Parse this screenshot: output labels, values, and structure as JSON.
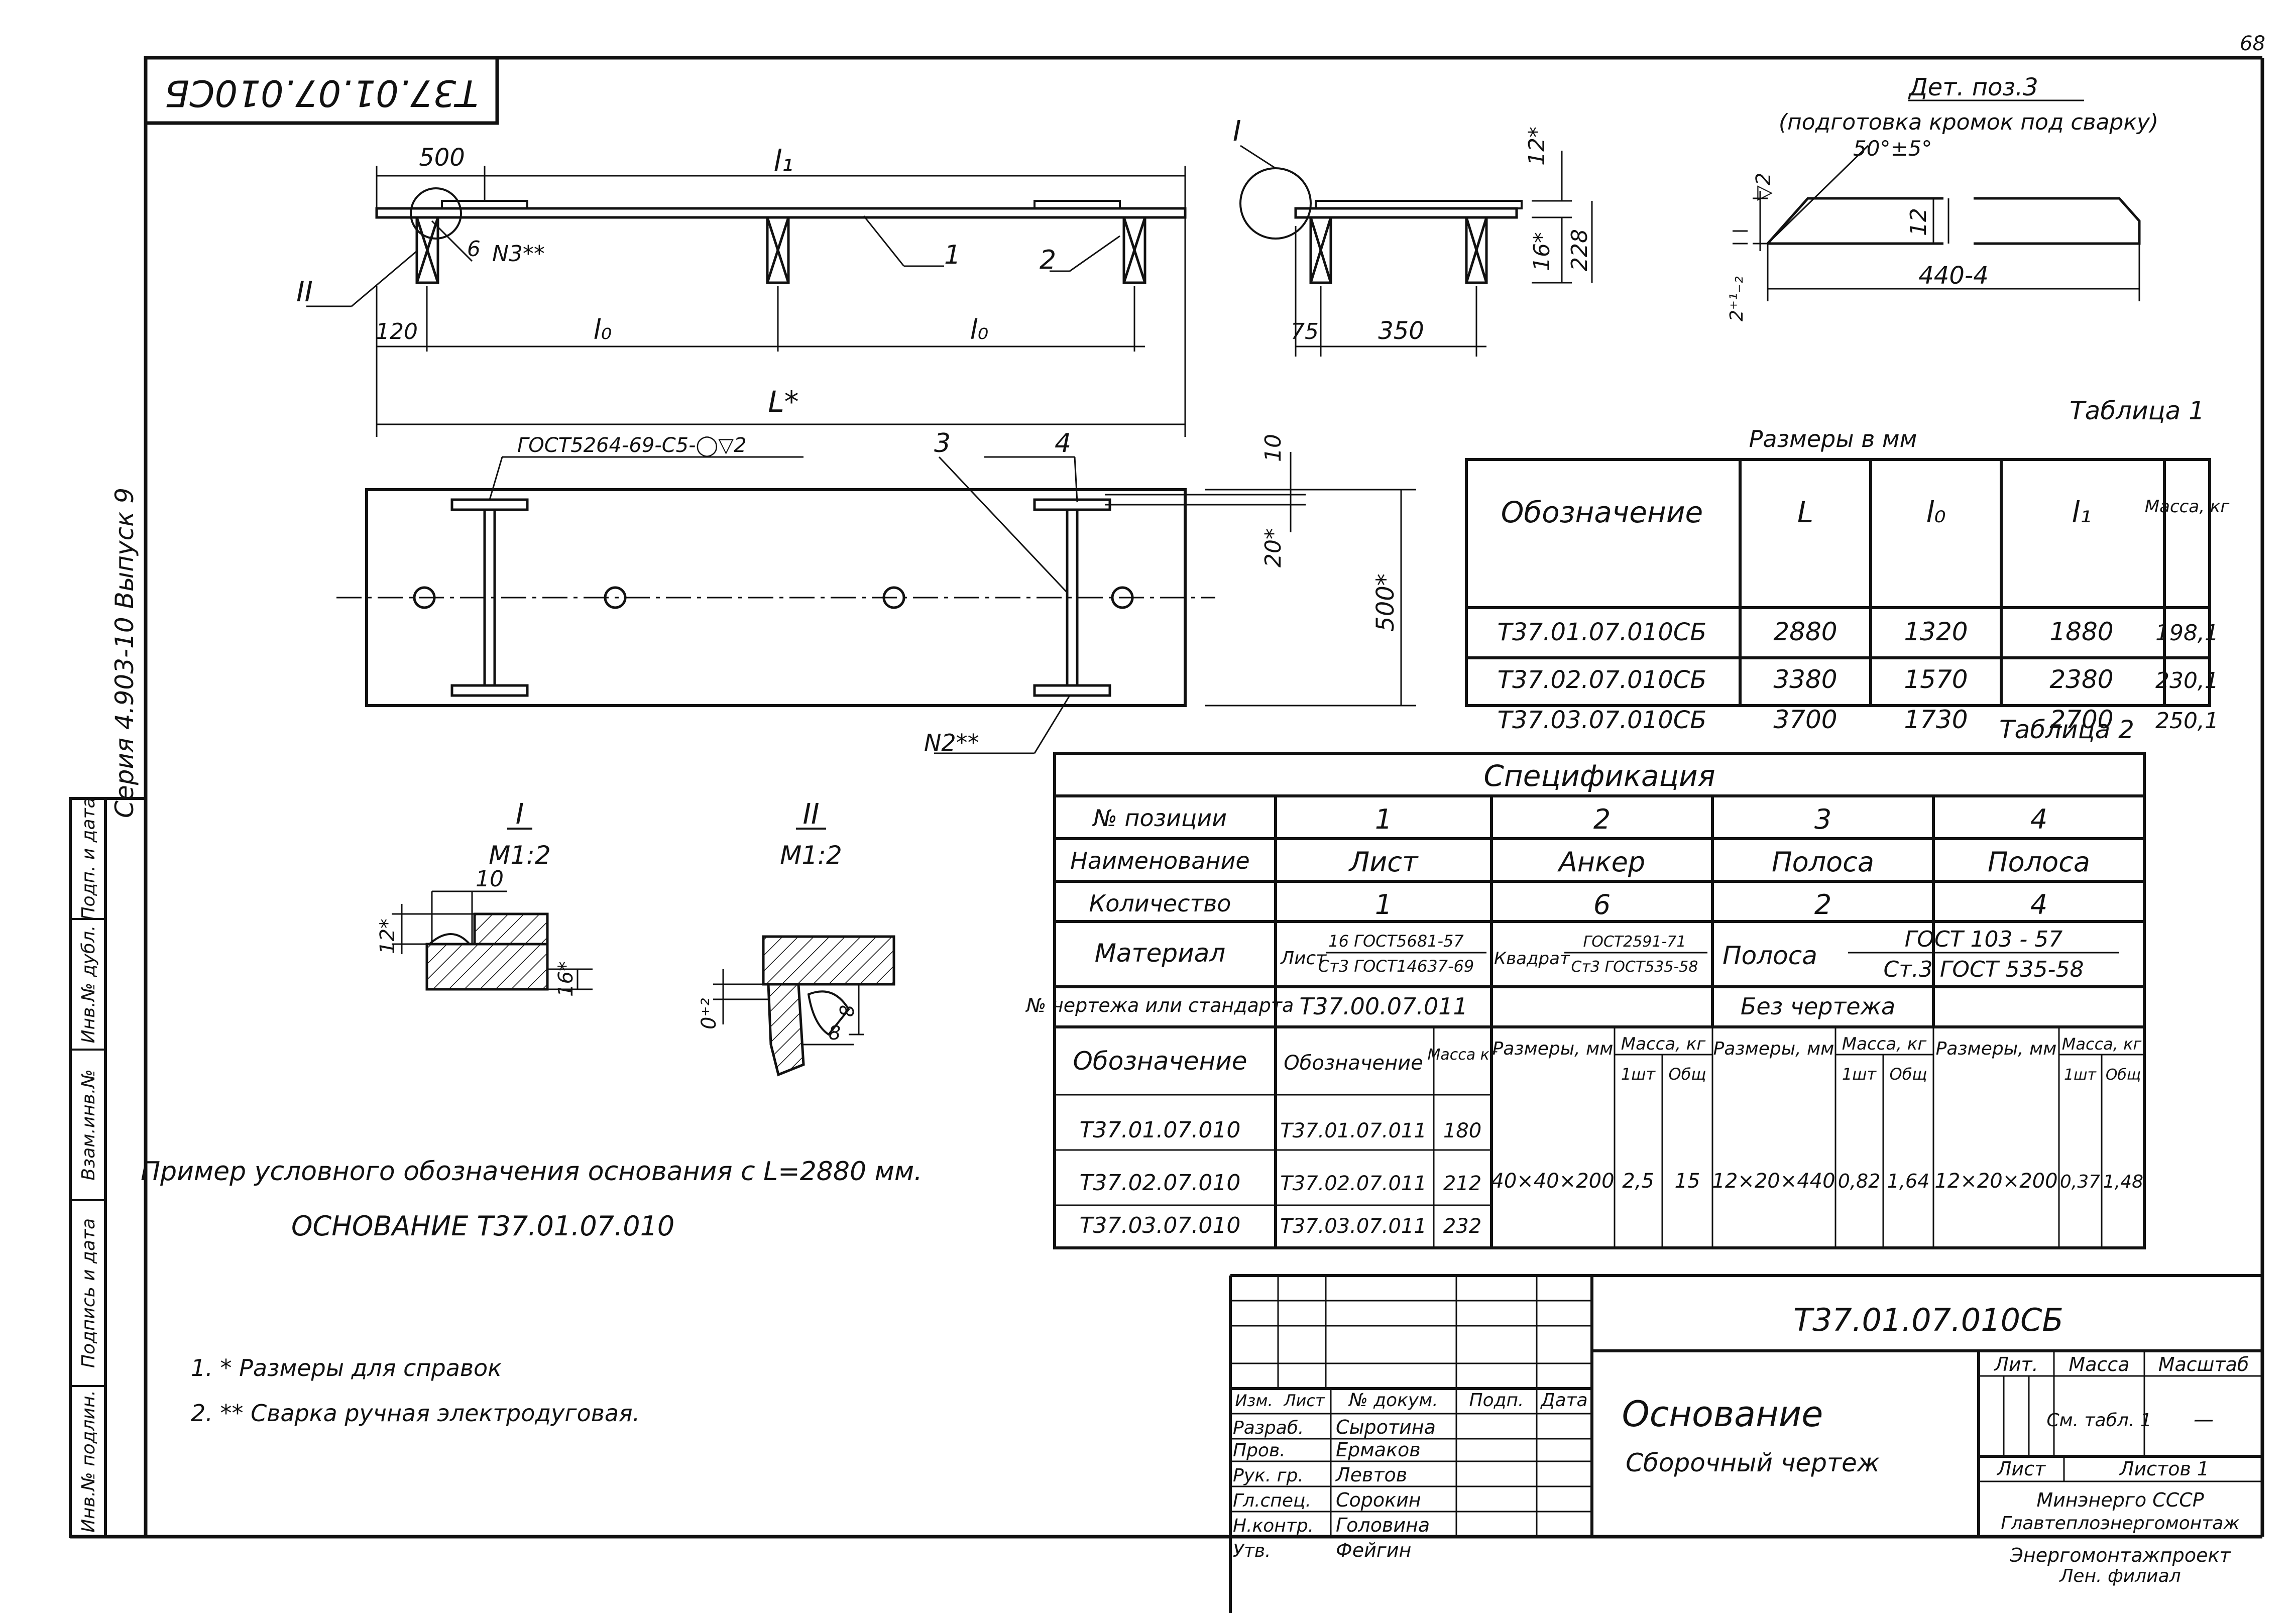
{
  "sheet_number": "68",
  "frame": {
    "stamp_code": "Т37.01.07.010СБ",
    "series": "Серия 4.903-10  Выпуск 9",
    "left_strip": [
      "Инв.№ подлин.",
      "Подпись и дата",
      "Взам.инв.№",
      "Инв.№ дубл.",
      "Подп. и дата"
    ]
  },
  "main_view": {
    "dim_500": "500",
    "dim_l1": "l₁",
    "dim_120": "120",
    "dim_l0a": "l₀",
    "dim_l0b": "l₀",
    "dim_L": "L*",
    "label_1": "1",
    "label_2": "2",
    "label_II": "II",
    "label_6": "6",
    "weld_N3": "N3**"
  },
  "side_view": {
    "label_I": "I",
    "dim_12": "12*",
    "dim_16": "16*",
    "dim_228": "228",
    "dim_75": "75",
    "dim_350": "350"
  },
  "plan_view": {
    "gost_note": "ГОСТ5264-69-С5-◯▽2",
    "label_3": "3",
    "label_4": "4",
    "dim_10": "10",
    "dim_20": "20*",
    "dim_500": "500*",
    "weld_N2": "N2**"
  },
  "detail_I": {
    "title": "I",
    "scale": "М1:2",
    "dim_10": "10",
    "dim_12": "12*",
    "dim_16": "16*"
  },
  "detail_II": {
    "title": "II",
    "scale": "М1:2",
    "dim_0": "0⁺²",
    "dim_8a": "8",
    "dim_8b": "8"
  },
  "part3": {
    "title": "Дет. поз.3",
    "subtitle": "(подготовка кромок под сварку)",
    "angle": "50°±5°",
    "dim_2": "▽2",
    "dim_12": "12",
    "dim_440": "440-4",
    "dim_2pm": "2⁺¹₋₂"
  },
  "table1": {
    "label": "Таблица 1",
    "units": "Размеры в мм",
    "headers": [
      "Обозначение",
      "L",
      "l₀",
      "l₁",
      "Масса, кг"
    ],
    "rows": [
      [
        "Т37.01.07.010СБ",
        "2880",
        "1320",
        "1880",
        "198,1"
      ],
      [
        "Т37.02.07.010СБ",
        "3380",
        "1570",
        "2380",
        "230,1"
      ],
      [
        "Т37.03.07.010СБ",
        "3700",
        "1730",
        "2700",
        "250,1"
      ]
    ]
  },
  "table2": {
    "label": "Таблица 2",
    "title": "Спецификация",
    "pos_label": "№ позиции",
    "pos": [
      "1",
      "2",
      "3",
      "4"
    ],
    "name_label": "Наименование",
    "names": [
      "Лист",
      "Анкер",
      "Полоса",
      "Полоса"
    ],
    "qty_label": "Количество",
    "qty": [
      "1",
      "6",
      "2",
      "4"
    ],
    "material_label": "Материал",
    "mat1_pre": "Лист",
    "mat1_top": "16 ГОСТ5681-57",
    "mat1_bot": "Ст3 ГОСТ14637-69",
    "mat2_pre": "Квадрат",
    "mat2_top": "ГОСТ2591-71",
    "mat2_bot": "Ст3 ГОСТ535-58",
    "mat34_pre": "Полоса",
    "mat34_top": "ГОСТ 103 - 57",
    "mat34_bot": "Ст.3 ГОСТ 535-58",
    "drawing_label": "№ чертежа или стандарта",
    "drawing_1": "Т37.00.07.011",
    "drawing_rest": "Без чертежа",
    "designation_label": "Обозначение",
    "sub_designation": "Обозначение",
    "sub_mass": "Масса кг",
    "sub_dims": "Размеры, мм",
    "sub_mass_kg": "Масса, кг",
    "sub_1sht": "1шт",
    "sub_obsh": "Общ",
    "rows": [
      [
        "Т37.01.07.010",
        "Т37.01.07.011",
        "180"
      ],
      [
        "Т37.02.07.010",
        "Т37.02.07.011",
        "212"
      ],
      [
        "Т37.03.07.010",
        "Т37.03.07.011",
        "232"
      ]
    ],
    "p2": {
      "dims": "40×40×200",
      "m1": "2,5",
      "mt": "15"
    },
    "p3": {
      "dims": "12×20×440",
      "m1": "0,82",
      "mt": "1,64"
    },
    "p4": {
      "dims": "12×20×200",
      "m1": "0,37",
      "mt": "1,48"
    }
  },
  "example": {
    "line1": "Пример условного обозначения основания с L=2880 мм.",
    "line2": "ОСНОВАНИЕ     Т37.01.07.010"
  },
  "notes": [
    "1. * Размеры для справок",
    "2. ** Сварка ручная электродуговая."
  ],
  "title_block": {
    "code": "Т37.01.07.010СБ",
    "name": "Основание",
    "subname": "Сборочный чертеж",
    "col_headers": [
      "Изм.",
      "Лист",
      "№ докум.",
      "Подп.",
      "Дата"
    ],
    "roles": [
      [
        "Разраб.",
        "Сыротина"
      ],
      [
        "Пров.",
        "Ермаков"
      ],
      [
        "Рук. гр.",
        "Левтов"
      ],
      [
        "Гл.спец.",
        "Сорокин"
      ],
      [
        "Н.контр.",
        "Головина"
      ],
      [
        "Утв.",
        "Фейгин"
      ]
    ],
    "lit": "Лит.",
    "mass": "Масса",
    "scale": "Масштаб",
    "mass_value": "См. табл. 1",
    "scale_value": "—",
    "sheet": "Лист",
    "sheets": "Листов 1",
    "org": [
      "Минэнерго СССР",
      "Главтеплоэнергомонтаж",
      "Энергомонтажпроект",
      "Лен. филиал"
    ]
  }
}
